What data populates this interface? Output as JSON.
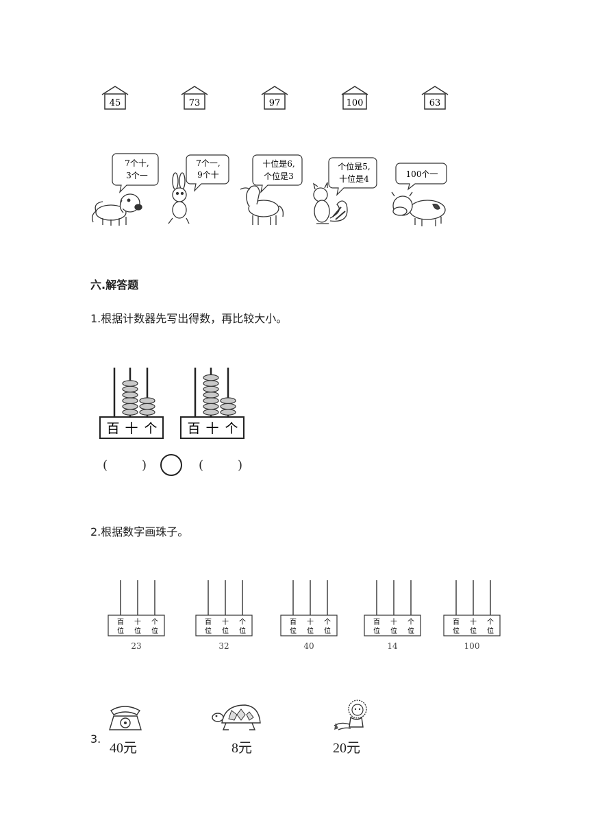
{
  "houses": [
    "45",
    "73",
    "97",
    "100",
    "63"
  ],
  "animals": [
    {
      "name": "dog",
      "speech": [
        "7个十,",
        "3个一"
      ]
    },
    {
      "name": "rabbit",
      "speech": [
        "7个一,",
        "9个十"
      ]
    },
    {
      "name": "horse",
      "speech": [
        "十位是6,",
        "个位是3"
      ]
    },
    {
      "name": "squirrel",
      "speech": [
        "个位是5,",
        "十位是4"
      ]
    },
    {
      "name": "cow",
      "speech": [
        "100个一"
      ]
    }
  ],
  "section_title": "六.解答题",
  "q1": {
    "text": "1.根据计数器先写出得数，再比较大小。",
    "abacus_labels": [
      "百",
      "十",
      "个"
    ],
    "abacus1_beads": {
      "hundreds": 0,
      "tens": 6,
      "ones": 3
    },
    "abacus2_beads": {
      "hundreds": 0,
      "tens": 7,
      "ones": 3
    },
    "paren_left": "(",
    "paren_right": ")"
  },
  "q2": {
    "text": "2.根据数字画珠子。",
    "labels": [
      [
        "百",
        "位"
      ],
      [
        "十",
        "位"
      ],
      [
        "个",
        "位"
      ]
    ],
    "numbers": [
      "23",
      "32",
      "40",
      "14",
      "100"
    ]
  },
  "q3": {
    "number": "3.",
    "items": [
      {
        "icon": "telephone-icon",
        "price": "40元"
      },
      {
        "icon": "turtle-icon",
        "price": "8元"
      },
      {
        "icon": "doll-icon",
        "price": "20元"
      }
    ]
  }
}
